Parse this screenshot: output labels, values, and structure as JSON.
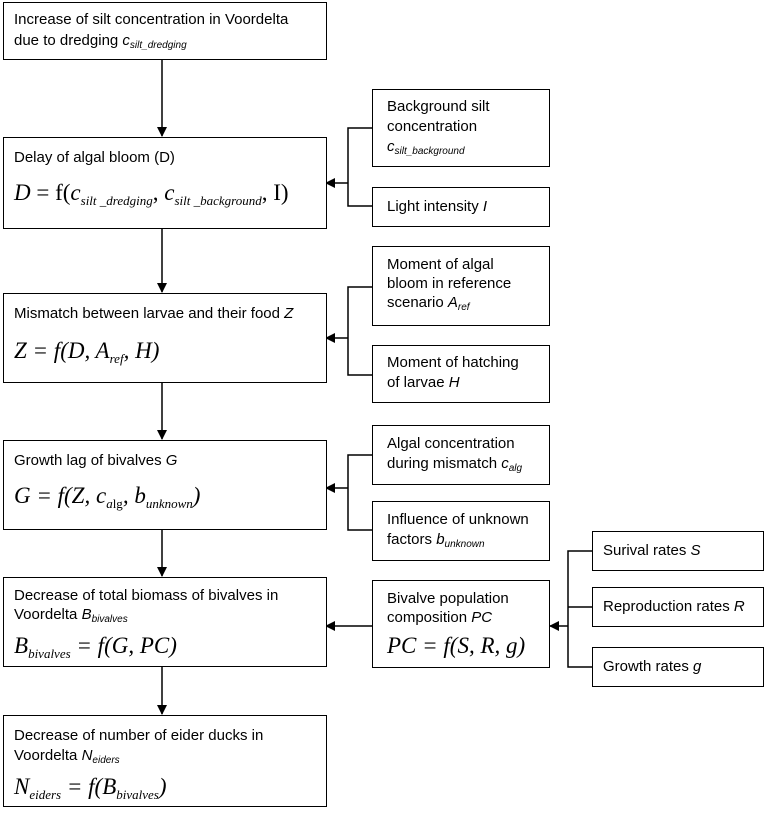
{
  "main_boxes": [
    {
      "line1": "Increase of silt concentration in Voordelta",
      "line2_text": "due to dredging ",
      "line2_sym": "c",
      "line2_sub": "silt_dredging"
    },
    {
      "title": "Delay of algal bloom (D)",
      "eq_lhs": "D",
      "eq_mid": " = f(",
      "c": "c",
      "sub1": "silt _dredging",
      "sub2": "silt _background",
      "eq_end": ", I)"
    },
    {
      "title_text": "Mismatch between larvae and their food ",
      "title_sym": "Z",
      "eq_a": "Z = f(D, A",
      "eq_sub": "ref",
      "eq_b": ", H)"
    },
    {
      "title_text": "Growth lag of bivalves ",
      "title_sym": "G",
      "eq_a": "G = f(Z, c",
      "eq_sub1": "a",
      "eq_sub1b": "lg",
      "eq_b": ", b",
      "eq_sub2": "unknown",
      "eq_c": ")"
    },
    {
      "line1": "Decrease of total biomass of bivalves in",
      "line2_text": "Voordelta ",
      "line2_sym": "B",
      "line2_sub": "bivalves",
      "eq_a": "B",
      "eq_sub": "bivalves",
      "eq_b": " = f(G, PC)"
    },
    {
      "line1": "Decrease of number of eider ducks in",
      "line2_text": "Voordelta ",
      "line2_sym": "N",
      "line2_sub": "eiders",
      "eq_a": "N",
      "eq_sub": "eiders",
      "eq_b": " = f(B",
      "eq_sub2": "bivalves",
      "eq_c": ")"
    }
  ],
  "side_boxes": {
    "bg_silt": {
      "line1": "Background silt",
      "line2": "concentration",
      "sym": "c",
      "sub": "silt_background"
    },
    "light": {
      "text": "Light intensity ",
      "sym": "I"
    },
    "moment_algal": {
      "line1": "Moment of algal",
      "line2": "bloom in reference",
      "line3": "scenario ",
      "sym": "A",
      "sub": "ref"
    },
    "hatching": {
      "line1": "Moment of hatching",
      "line2": "of larvae ",
      "sym": "H"
    },
    "algal_conc": {
      "line1": "Algal concentration",
      "line2": "during mismatch ",
      "sym": "c",
      "sub": "alg"
    },
    "unknown": {
      "line1": "Influence of unknown",
      "line2": "factors ",
      "sym": "b",
      "sub": "unknown"
    },
    "pop": {
      "line1": "Bivalve population",
      "line2": "composition ",
      "sym": "PC",
      "eq": "PC = f(S, R, g)"
    },
    "survival": {
      "text": "Surival rates ",
      "sym": "S"
    },
    "repro": {
      "text": "Reproduction rates ",
      "sym": "R"
    },
    "growth": {
      "text": "Growth rates ",
      "sym": "g"
    }
  }
}
